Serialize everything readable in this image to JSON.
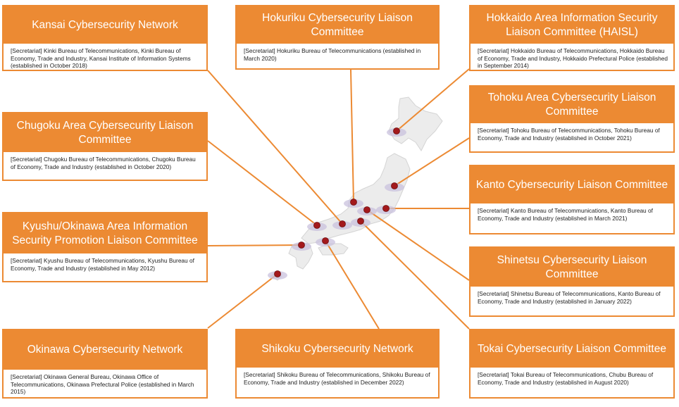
{
  "colors": {
    "accent": "#ec8a33",
    "map_land": "#ececec",
    "map_pin": "#a3191c",
    "pin_halo": "#c9c1dd"
  },
  "committees": [
    {
      "id": "kansai",
      "title": "Kansai Cybersecurity Network",
      "secretariat": "[Secretariat] Kinki Bureau of Telecommunications, Kinki Bureau of Economy, Trade and Industry, Kansai Institute of Information Systems (established in October 2018)"
    },
    {
      "id": "hokuriku",
      "title": "Hokuriku Cybersecurity Liaison Committee",
      "secretariat": "[Secretariat] Hokuriku Bureau of Telecommunications (established in March 2020)"
    },
    {
      "id": "hokkaido",
      "title": "Hokkaido Area Information Security Liaison Committee (HAISL)",
      "secretariat": "[Secretariat] Hokkaido Bureau of Telecommunications, Hokkaido Bureau of Economy, Trade and Industry, Hokkaido Prefectural Police (established in September 2014)"
    },
    {
      "id": "tohoku",
      "title": "Tohoku Area Cybersecurity Liaison Committee",
      "secretariat": "[Secretariat] Tohoku Bureau of Telecommunications, Tohoku Bureau of Economy, Trade and Industry (established in October 2021)"
    },
    {
      "id": "chugoku",
      "title": "Chugoku Area Cybersecurity Liaison Committee",
      "secretariat": "[Secretariat] Chugoku Bureau of Telecommunications, Chugoku Bureau of Economy, Trade and Industry (established in October 2020)"
    },
    {
      "id": "kanto",
      "title": "Kanto Cybersecurity Liaison Committee",
      "secretariat": "[Secretariat] Kanto Bureau of Telecommunications, Kanto Bureau of Economy, Trade and Industry (established in March 2021)"
    },
    {
      "id": "kyushu",
      "title": "Kyushu/Okinawa Area Information Security Promotion Liaison Committee",
      "secretariat": "[Secretariat] Kyushu Bureau of Telecommunications, Kyushu Bureau of Economy, Trade and Industry (established in May 2012)"
    },
    {
      "id": "shinetsu",
      "title": "Shinetsu Cybersecurity Liaison Committee",
      "secretariat": "[Secretariat] Shinetsu Bureau of Telecommunications, Kanto Bureau of Economy, Trade and Industry (established in January 2022)"
    },
    {
      "id": "okinawa",
      "title": "Okinawa Cybersecurity Network",
      "secretariat": "[Secretariat] Okinawa General Bureau, Okinawa Office of Telecommunications, Okinawa Prefectural Police (established in March 2015)"
    },
    {
      "id": "shikoku",
      "title": "Shikoku Cybersecurity Network",
      "secretariat": "[Secretariat] Shikoku Bureau of Telecommunications, Shikoku Bureau of Economy, Trade and Industry (established in December 2022)"
    },
    {
      "id": "tokai",
      "title": "Tokai Cybersecurity Liaison Committee",
      "secretariat": "[Secretariat] Tokai Bureau of Telecommunications, Chubu Bureau of Economy, Trade and Industry (established in August 2020)"
    }
  ]
}
